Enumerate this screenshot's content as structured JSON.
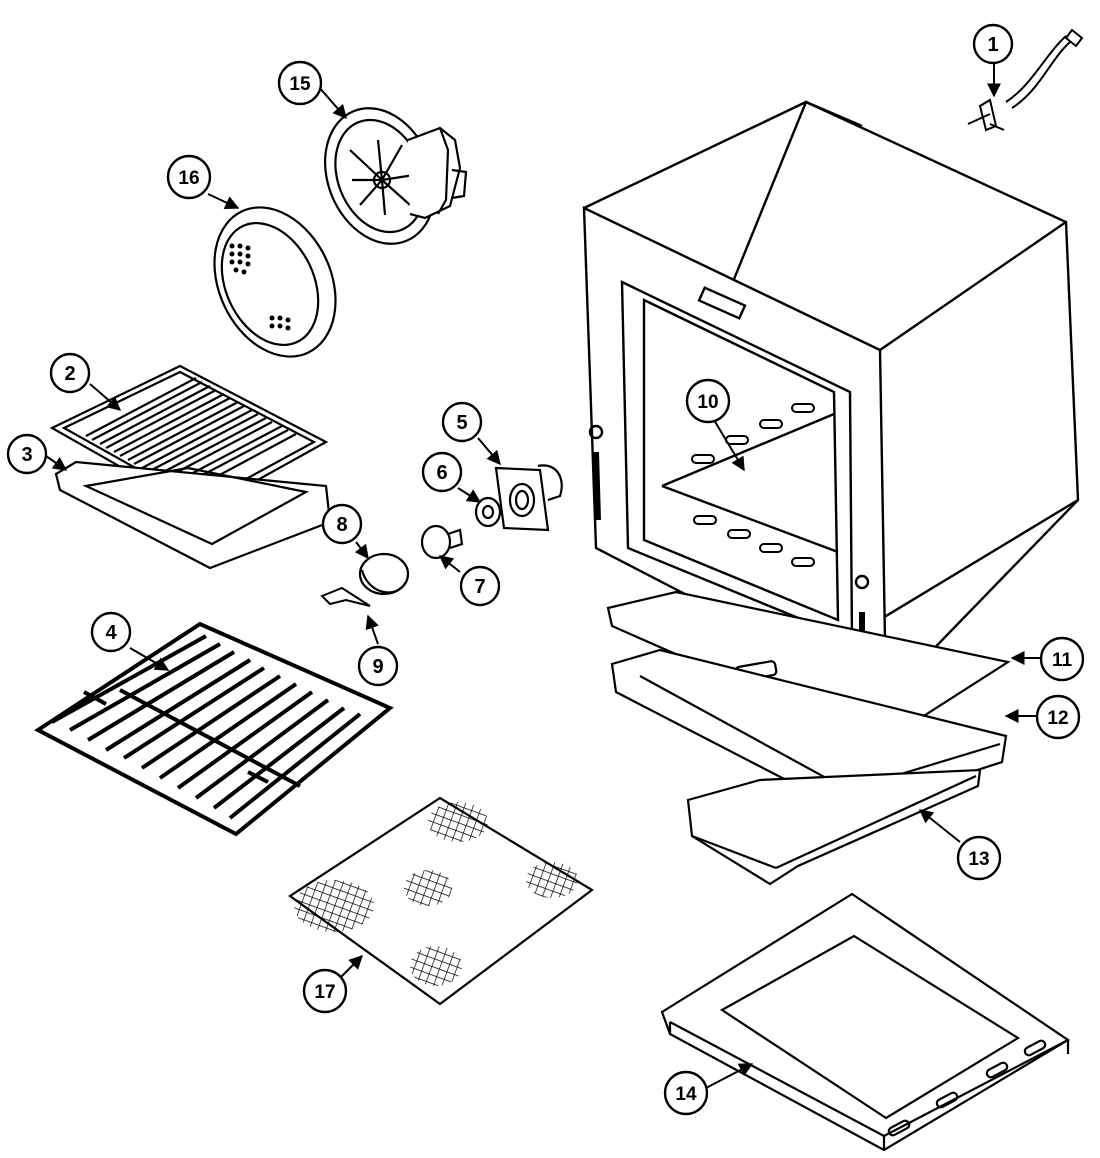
{
  "diagram": {
    "colors": {
      "ink": "#000000",
      "paper": "#ffffff"
    },
    "callouts": [
      {
        "id": "c1",
        "label": "1"
      },
      {
        "id": "c2",
        "label": "2"
      },
      {
        "id": "c3",
        "label": "3"
      },
      {
        "id": "c4",
        "label": "4"
      },
      {
        "id": "c5",
        "label": "5"
      },
      {
        "id": "c6",
        "label": "6"
      },
      {
        "id": "c7",
        "label": "7"
      },
      {
        "id": "c8",
        "label": "8"
      },
      {
        "id": "c9",
        "label": "9"
      },
      {
        "id": "c10",
        "label": "10"
      },
      {
        "id": "c11",
        "label": "11"
      },
      {
        "id": "c12",
        "label": "12"
      },
      {
        "id": "c13",
        "label": "13"
      },
      {
        "id": "c14",
        "label": "14"
      },
      {
        "id": "c15",
        "label": "15"
      },
      {
        "id": "c16",
        "label": "16"
      },
      {
        "id": "c17",
        "label": "17"
      }
    ]
  }
}
